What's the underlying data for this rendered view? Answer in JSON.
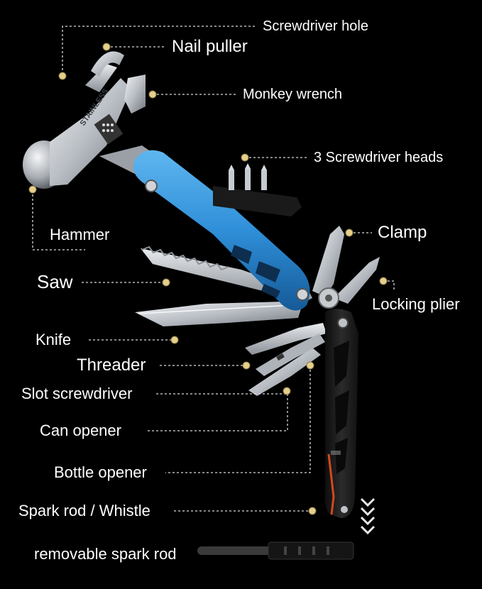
{
  "labels": {
    "screwdriver_hole": "Screwdriver hole",
    "nail_puller": "Nail puller",
    "monkey_wrench": "Monkey wrench",
    "screwdriver_heads": "3 Screwdriver heads",
    "hammer": "Hammer",
    "clamp": "Clamp",
    "saw": "Saw",
    "locking_plier": "Locking plier",
    "knife": "Knife",
    "threader": "Threader",
    "slot_screwdriver": "Slot screwdriver",
    "can_opener": "Can opener",
    "bottle_opener": "Bottle opener",
    "spark_rod_whistle": "Spark rod / Whistle",
    "removable_spark_rod": "removable spark rod"
  },
  "engraving": "STAINLESS",
  "colors": {
    "background": "#000000",
    "label_text": "#ffffff",
    "leader_line": "#d9d9d9",
    "marker_dot": "#e6cf8a",
    "handle_blue": "#2f8fd8",
    "handle_black": "#1e1e1e",
    "steel": "#c9cdd2"
  }
}
